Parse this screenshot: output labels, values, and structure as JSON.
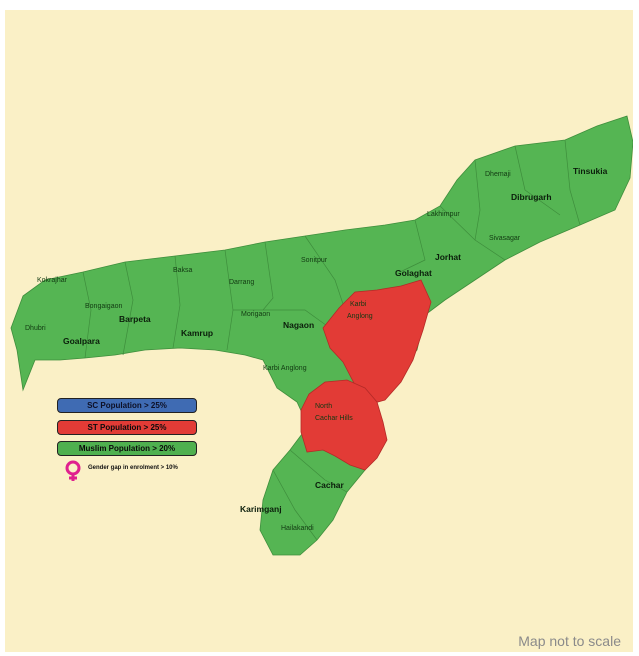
{
  "colors": {
    "background": "#faf0c6",
    "muslim_majority_green": "#55b553",
    "st_red": "#e23b36",
    "sc_blue": "#3f6bb3",
    "gender_icon": "#e0208e"
  },
  "legend": {
    "sc": "SC Population > 25%",
    "st": "ST Population > 25%",
    "muslim": "Muslim Population > 20%",
    "gender": "Gender gap in enrolment > 10%",
    "gender_icon": "female-symbol-icon"
  },
  "districts": {
    "kokrajhar": "Kokrajhar",
    "bongaigaon": "Bongaigaon",
    "dhubri": "Dhubri",
    "goalpara": "Goalpara",
    "barpeta": "Barpeta",
    "baksa": "Baksa",
    "kamrup": "Kamrup",
    "darrang": "Darrang",
    "morigaon": "Morigaon",
    "sonitpur": "Sonitpur",
    "nagaon": "Nagaon",
    "karbi_anglong_west": "Karbi Anglong",
    "karbi_anglong_1": "Karbi",
    "karbi_anglong_2": "Anglong",
    "north_cachar_1": "North",
    "north_cachar_2": "Cachar Hills",
    "golaghat": "Golaghat",
    "jorhat": "Jorhat",
    "sivasagar": "Sivasagar",
    "lakhimpur": "Lakhimpur",
    "dhemaji": "Dhemaji",
    "dibrugarh": "Dibrugarh",
    "tinsukia": "Tinsukia",
    "cachar": "Cachar",
    "karimganj": "Karimganj",
    "hailakandi": "Hailakandi"
  },
  "footer": {
    "scale_note": "Map not to scale"
  }
}
